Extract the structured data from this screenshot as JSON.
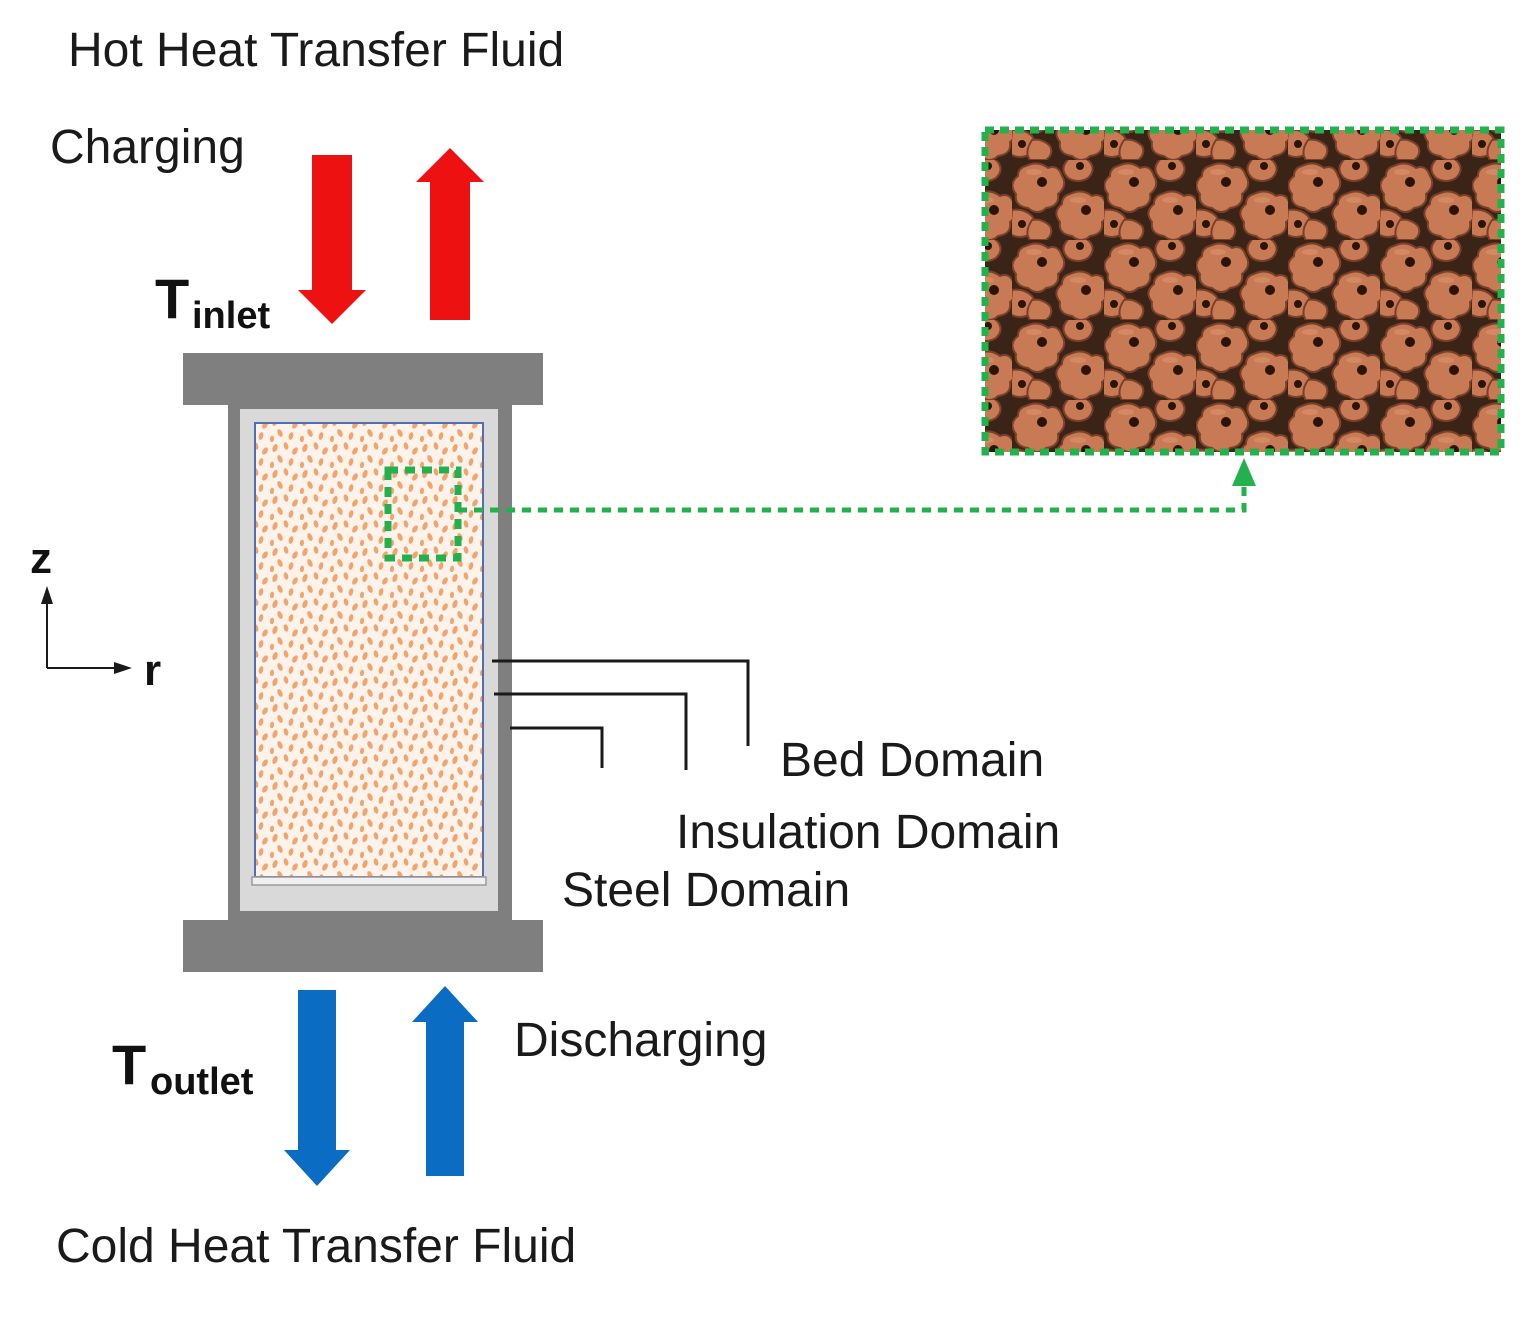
{
  "labels": {
    "hot_fluid": "Hot Heat Transfer Fluid",
    "charging": "Charging",
    "t_inlet_main": "T",
    "t_inlet_sub": "inlet",
    "axis_z": "z",
    "axis_r": "r",
    "bed_domain": "Bed Domain",
    "insulation_domain": "Insulation Domain",
    "steel_domain": "Steel Domain",
    "t_outlet_main": "T",
    "t_outlet_sub": "outlet",
    "discharging": "Discharging",
    "cold_fluid": "Cold Heat Transfer Fluid"
  },
  "colors": {
    "hot_arrow": "#ee1111",
    "cold_arrow": "#0a6cc2",
    "steel": "#7f7f7f",
    "insulation": "#d9d9d9",
    "bed_fill": "#fdf3ea",
    "particle": "#f2a46e",
    "callout": "#22b14c",
    "pellet": "#c87a55"
  },
  "icons": {
    "charging_in": "arrow-down-icon",
    "charging_out": "arrow-up-icon",
    "discharging_out": "arrow-down-icon",
    "discharging_in": "arrow-up-icon"
  }
}
